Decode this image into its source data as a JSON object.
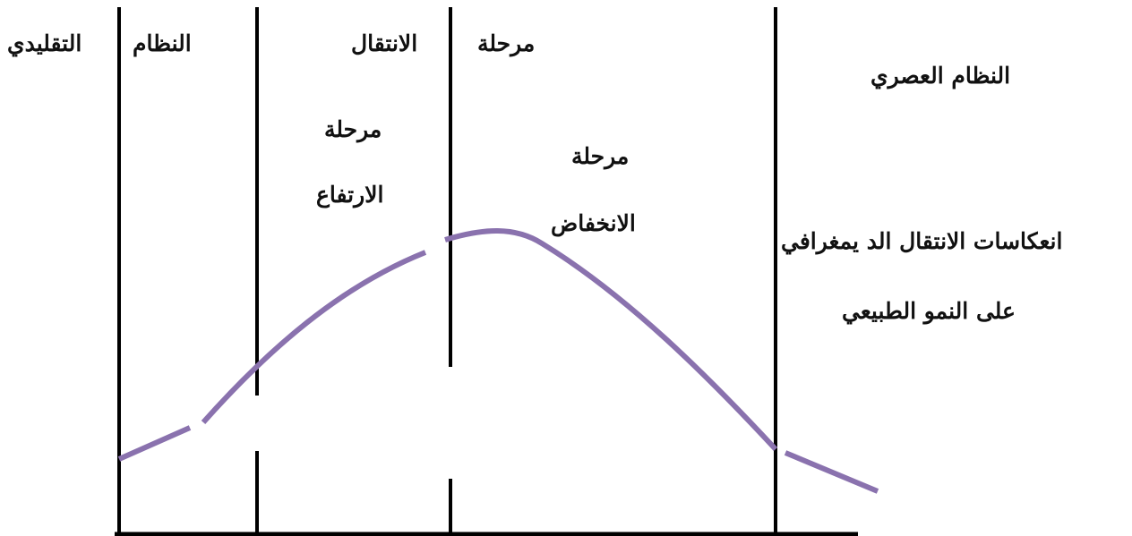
{
  "diagram": {
    "labels": {
      "traditional_word": "التقليدي",
      "system_word": "النظام",
      "transition_word": "الانتقال",
      "phase_word": "مرحلة",
      "modern_system": "النظام العصري",
      "rise_phase_line1": "مرحلة",
      "rise_phase_line2": "الارتفاع",
      "decline_phase_line1": "مرحلة",
      "decline_phase_line2": "الانخفاض",
      "effects_line1": "انعكاسات الانتقال الد يمغرافي",
      "effects_line2": "على النمو الطبيعي"
    },
    "colors": {
      "curve": "#8a72ae",
      "lines": "#000000",
      "text": "#111111"
    }
  }
}
